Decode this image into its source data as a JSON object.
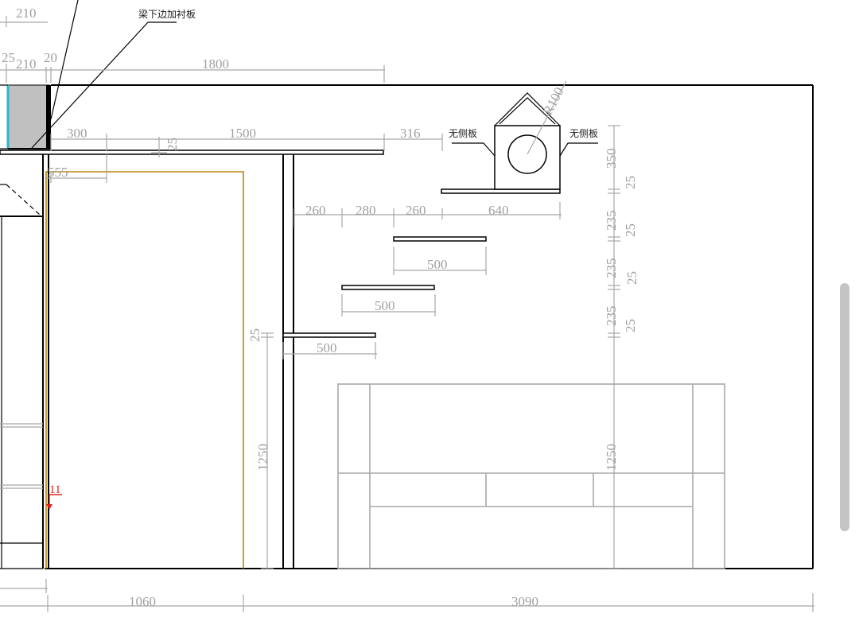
{
  "drawing": {
    "notes": {
      "beam_liner": "梁下边加衬板",
      "no_side_left": "无侧板",
      "no_side_right": "无侧板"
    },
    "section_mark": "11",
    "dimensions": {
      "top_210": "210",
      "left_25": "25",
      "left_210": "210",
      "left_20": "20",
      "top_1800": "1800",
      "left_300": "300",
      "top_1500": "1500",
      "shelf_25": "25",
      "top_316": "316",
      "radius": "R100",
      "left_555": "555",
      "step_260a": "260",
      "step_280": "280",
      "step_260b": "260",
      "shelf_640": "640",
      "shelf_500a": "500",
      "shelf_500b": "500",
      "shelf_500c": "500",
      "v_350": "350",
      "v_25a": "25",
      "v_235a": "235",
      "v_25b": "25",
      "v_235b": "235",
      "v_25c": "25",
      "v_235c": "235",
      "v_25d": "25",
      "v_25_left": "25",
      "v_1250_left": "1250",
      "v_1250_right": "1250",
      "bottom_1060": "1060",
      "bottom_3090": "3090"
    }
  },
  "colors": {
    "linework": "#000000",
    "dimension": "#a0a0a0",
    "door_frame": "#b8860b",
    "beam_fill": "#c0c0c0",
    "beam_edge": "#2ab7c8",
    "section_mark": "#e02020"
  }
}
